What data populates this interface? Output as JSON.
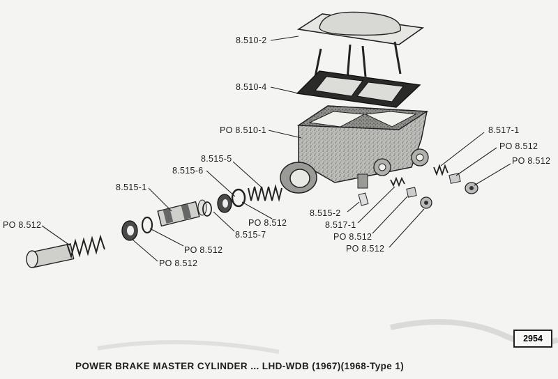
{
  "labels": {
    "cover": "8.510-2",
    "gasket": "8.510-4",
    "body": "PO 8.510-1",
    "spring_main": "8.515-5",
    "seal": "8.515-6",
    "piston_secondary": "8.515-1",
    "piston_primary_assy": "PO 8.512",
    "ring_7": "8.515-7",
    "po_mid_1": "PO 8.512",
    "po_mid_2": "PO 8.512",
    "po_mid_3": "PO 8.512",
    "bleeder": "8.515-2",
    "spring_small": "8.517-1",
    "po_low_1": "PO 8.512",
    "po_low_2": "PO 8.512",
    "spring_right": "8.517-1",
    "po_right_1": "PO 8.512",
    "po_right_2": "PO 8.512"
  },
  "plate_number": "2954",
  "caption": "POWER BRAKE MASTER CYLINDER ... LHD-WDB (1967)(1968-Type 1)"
}
